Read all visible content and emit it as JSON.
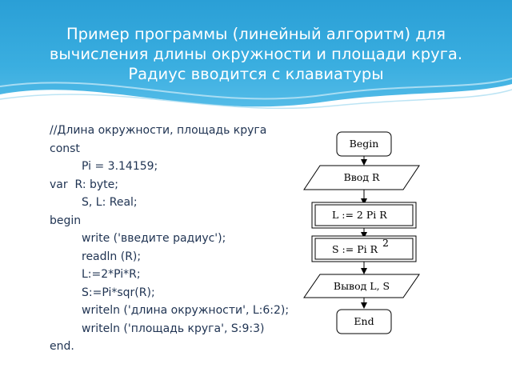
{
  "slide": {
    "title_lines": [
      "Пример программы (линейный алгоритм) для",
      "вычисления длины окружности и площади круга.",
      "Радиус вводится с клавиатуры"
    ],
    "colors": {
      "header": "#3aaee0",
      "code_text": "#1f3352",
      "flow_stroke": "#000000"
    }
  },
  "code": [
    {
      "text": "//Длина окружности, площадь круга",
      "indent": false
    },
    {
      "text": "const",
      "indent": false
    },
    {
      "text": "Pi = 3.14159;",
      "indent": true
    },
    {
      "text": "var  R: byte;",
      "indent": false
    },
    {
      "text": "S, L: Real;",
      "indent": true
    },
    {
      "text": "begin",
      "indent": false
    },
    {
      "text": "write ('введите радиус');",
      "indent": true
    },
    {
      "text": "readln (R);",
      "indent": true
    },
    {
      "text": "L:=2*Pi*R;",
      "indent": true
    },
    {
      "text": "S:=Pi*sqr(R);",
      "indent": true
    },
    {
      "text": "writeln ('длина окружности', L:6:2);",
      "indent": true
    },
    {
      "text": "writeln ('площадь круга', S:9:3)",
      "indent": true
    },
    {
      "text": "end.",
      "indent": false
    }
  ],
  "flowchart": {
    "begin": "Begin",
    "input": "Ввод R",
    "calc_l": "L := 2 Pi R",
    "calc_s": "S := Pi R",
    "calc_s_sup": "2",
    "output": "Вывод L, S",
    "end": "End"
  }
}
